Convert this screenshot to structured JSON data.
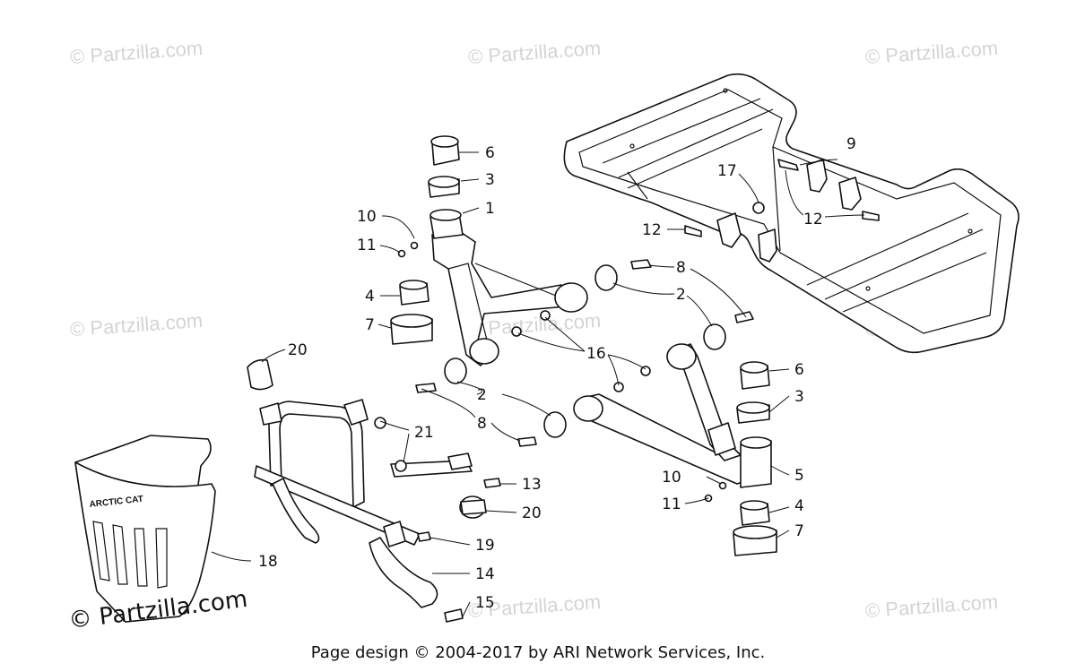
{
  "watermarks": {
    "text": "© Partzilla.com",
    "corner_text": "© Partzilla.com"
  },
  "footer": "Page design © 2004-2017 by ARI Network Services, Inc.",
  "cover_logo": "ARCTIC CAT",
  "callouts": [
    {
      "id": "6a",
      "label": "6"
    },
    {
      "id": "3a",
      "label": "3"
    },
    {
      "id": "1",
      "label": "1"
    },
    {
      "id": "10a",
      "label": "10"
    },
    {
      "id": "11a",
      "label": "11"
    },
    {
      "id": "4a",
      "label": "4"
    },
    {
      "id": "7a",
      "label": "7"
    },
    {
      "id": "20a",
      "label": "20"
    },
    {
      "id": "16",
      "label": "16"
    },
    {
      "id": "2a",
      "label": "2"
    },
    {
      "id": "8a",
      "label": "8"
    },
    {
      "id": "2b",
      "label": "2"
    },
    {
      "id": "8b",
      "label": "8"
    },
    {
      "id": "9",
      "label": "9"
    },
    {
      "id": "17",
      "label": "17"
    },
    {
      "id": "12a",
      "label": "12"
    },
    {
      "id": "12b",
      "label": "12"
    },
    {
      "id": "6b",
      "label": "6"
    },
    {
      "id": "3b",
      "label": "3"
    },
    {
      "id": "5",
      "label": "5"
    },
    {
      "id": "10b",
      "label": "10"
    },
    {
      "id": "11b",
      "label": "11"
    },
    {
      "id": "4b",
      "label": "4"
    },
    {
      "id": "7b",
      "label": "7"
    },
    {
      "id": "21",
      "label": "21"
    },
    {
      "id": "13",
      "label": "13"
    },
    {
      "id": "20b",
      "label": "20"
    },
    {
      "id": "19",
      "label": "19"
    },
    {
      "id": "18",
      "label": "18"
    },
    {
      "id": "14",
      "label": "14"
    },
    {
      "id": "15",
      "label": "15"
    }
  ]
}
